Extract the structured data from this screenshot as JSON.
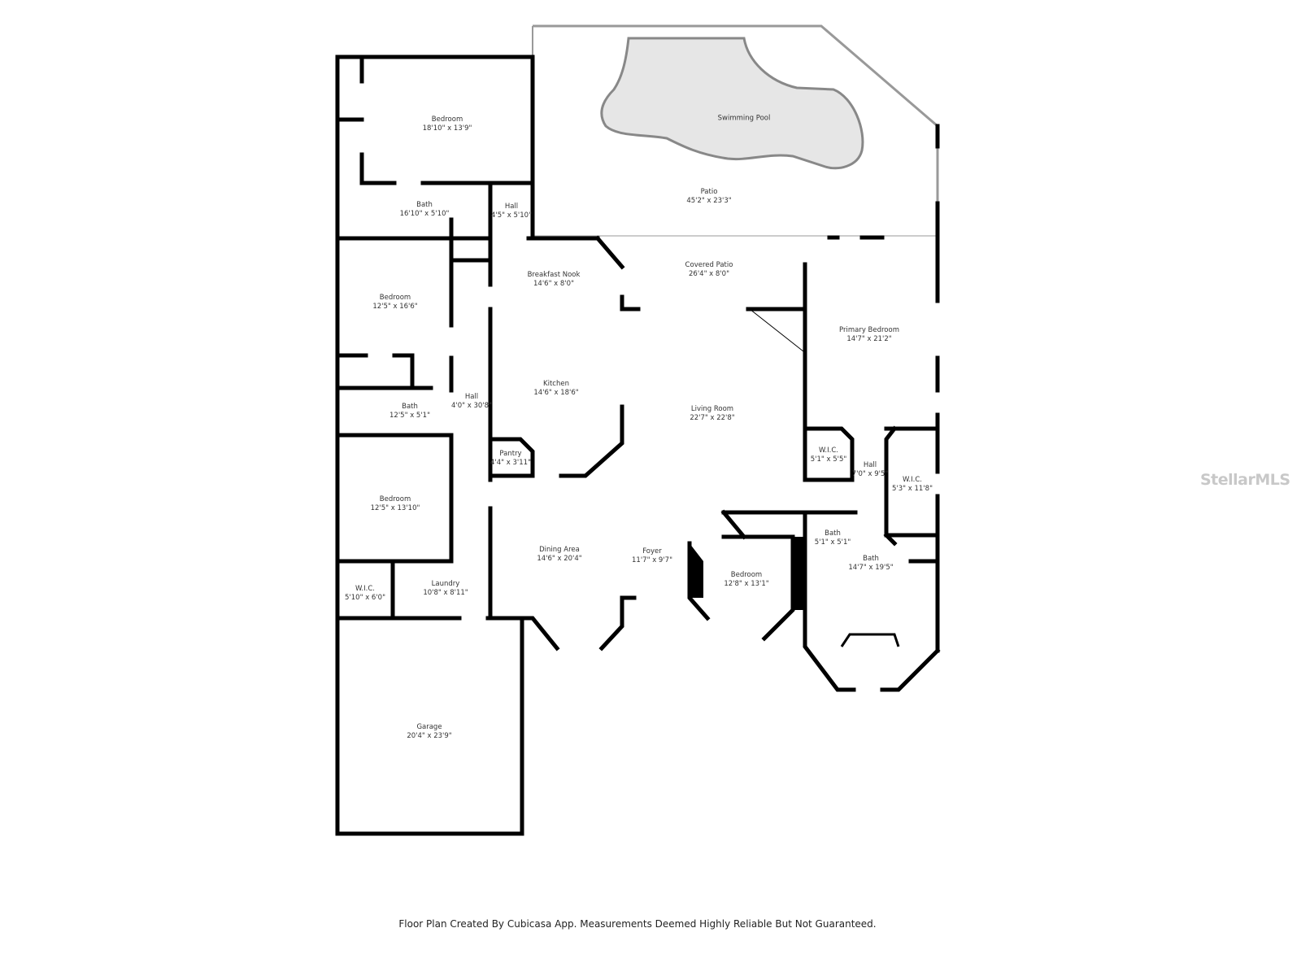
{
  "rooms": {
    "bedroom_top": {
      "name": "Bedroom",
      "size": "18'10\" x 13'9\""
    },
    "bath_top": {
      "name": "Bath",
      "size": "16'10\" x 5'10\""
    },
    "hall_top": {
      "name": "Hall",
      "size": "4'5\" x 5'10\""
    },
    "patio": {
      "name": "Patio",
      "size": "45'2\" x 23'3\""
    },
    "pool": {
      "name": "Swimming Pool"
    },
    "breakfast_nook": {
      "name": "Breakfast Nook",
      "size": "14'6\" x 8'0\""
    },
    "covered_patio": {
      "name": "Covered Patio",
      "size": "26'4\" x 8'0\""
    },
    "bedroom_2": {
      "name": "Bedroom",
      "size": "12'5\" x 16'6\""
    },
    "primary_bedroom": {
      "name": "Primary Bedroom",
      "size": "14'7\" x 21'2\""
    },
    "kitchen": {
      "name": "Kitchen",
      "size": "14'6\" x 18'6\""
    },
    "hall_long": {
      "name": "Hall",
      "size": "4'0\" x 30'8\""
    },
    "bath_2": {
      "name": "Bath",
      "size": "12'5\" x 5'1\""
    },
    "living_room": {
      "name": "Living Room",
      "size": "22'7\" x 22'8\""
    },
    "wic_1": {
      "name": "W.I.C.",
      "size": "5'1\" x 5'5\""
    },
    "pantry": {
      "name": "Pantry",
      "size": "4'4\" x 3'11\""
    },
    "hall_primary": {
      "name": "Hall",
      "size": "7'0\" x 9'5\""
    },
    "wic_2": {
      "name": "W.I.C.",
      "size": "5'3\" x 11'8\""
    },
    "bedroom_3": {
      "name": "Bedroom",
      "size": "12'5\" x 13'10\""
    },
    "bath_small": {
      "name": "Bath",
      "size": "5'1\" x 5'1\""
    },
    "dining": {
      "name": "Dining Area",
      "size": "14'6\" x 20'4\""
    },
    "foyer": {
      "name": "Foyer",
      "size": "11'7\" x 9'7\""
    },
    "bath_primary": {
      "name": "Bath",
      "size": "14'7\" x 19'5\""
    },
    "bedroom_4": {
      "name": "Bedroom",
      "size": "12'8\" x 13'1\""
    },
    "laundry": {
      "name": "Laundry",
      "size": "10'8\" x 8'11\""
    },
    "wic_3": {
      "name": "W.I.C.",
      "size": "5'10\" x 6'0\""
    },
    "garage": {
      "name": "Garage",
      "size": "20'4\" x 23'9\""
    }
  },
  "footer": "Floor Plan Created By Cubicasa App. Measurements Deemed Highly Reliable But Not Guaranteed.",
  "watermark": "StellarMLS",
  "colors": {
    "wall": "#000000",
    "pool": "#e6e6e6",
    "text": "#333333"
  }
}
